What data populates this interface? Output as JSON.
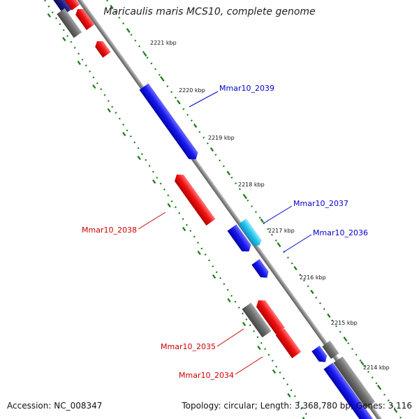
{
  "title": "Maricaulis maris MCS10, complete genome",
  "footer": {
    "accession": "Accession: NC_008347",
    "summary": "Topology: circular; Length: 3,368,780 bp; Genes: 3,116"
  },
  "colors": {
    "forward_strand": "#0000e6",
    "reverse_strand": "#ee0000",
    "other_feature": "#6f6f6f",
    "selected_feature": "#22c6f0",
    "backbone": "#8a8a8a",
    "tick_marks": "#1a7a1a",
    "forward_label": "#0000cc",
    "reverse_label": "#cc0000"
  },
  "ticks": [
    {
      "label": "2221 kbp"
    },
    {
      "label": "2220 kbp"
    },
    {
      "label": "2219 kbp"
    },
    {
      "label": "2218 kbp"
    },
    {
      "label": "2217 kbp"
    },
    {
      "label": "2216 kbp"
    },
    {
      "label": "2215 kbp"
    },
    {
      "label": "2214 kbp"
    }
  ],
  "gene_labels": [
    {
      "name": "Mmar10_2039",
      "strand": "forward"
    },
    {
      "name": "Mmar10_2038",
      "strand": "reverse"
    },
    {
      "name": "Mmar10_2037",
      "strand": "forward"
    },
    {
      "name": "Mmar10_2036",
      "strand": "forward"
    },
    {
      "name": "Mmar10_2035",
      "strand": "reverse"
    },
    {
      "name": "Mmar10_2034",
      "strand": "reverse"
    }
  ]
}
